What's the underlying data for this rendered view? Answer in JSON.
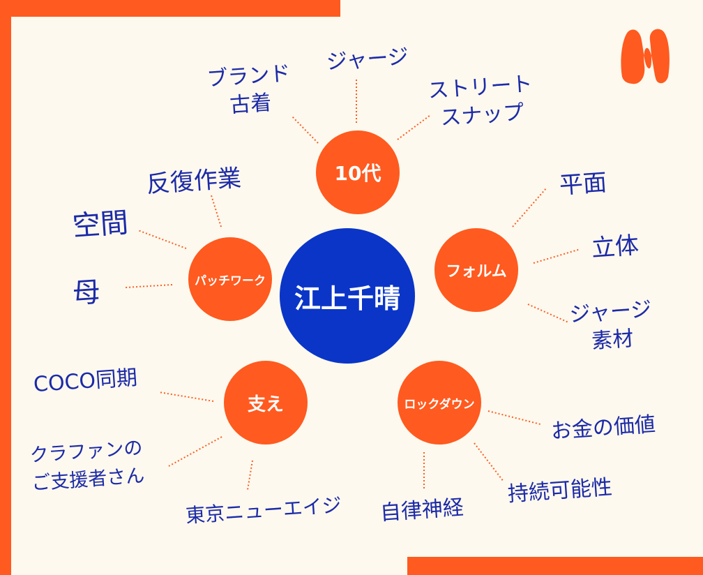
{
  "colors": {
    "background": "#fdf9ee",
    "frame": "#ff5a1f",
    "center_node": "#0a35c7",
    "sub_node": "#ff5a1f",
    "handwriting": "#1c2aa8",
    "connector": "#ff5a1f"
  },
  "center": {
    "label": "江上千晴"
  },
  "branches": [
    {
      "label": "10代",
      "items": [
        "ブランド\n古着",
        "ジャージ",
        "ストリート\nスナップ"
      ]
    },
    {
      "label": "フォルム",
      "items": [
        "平面",
        "立体",
        "ジャージ\n素材"
      ]
    },
    {
      "label": "ロックダウン",
      "items": [
        "お金の価値",
        "持続可能性",
        "自律神経"
      ]
    },
    {
      "label": "支え",
      "items": [
        "COCO同期",
        "クラファンの\nご支援者さん",
        "東京ニューエイジ"
      ]
    },
    {
      "label": "パッチワーク",
      "items": [
        "反復作業",
        "空間",
        "母"
      ]
    }
  ],
  "logo": {
    "icon": "n-brand-logo-icon",
    "letter": "N"
  }
}
